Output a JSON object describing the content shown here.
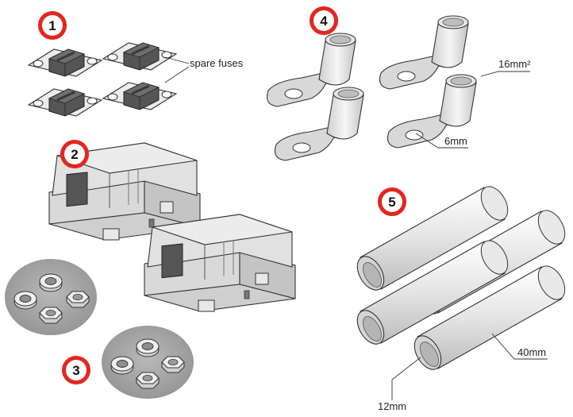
{
  "badges": [
    "1",
    "2",
    "3",
    "4",
    "5"
  ],
  "labels": {
    "spare_fuses": "spare fuses",
    "cable_size": "16mm²",
    "hole_size": "6mm",
    "sleeve_length": "40mm",
    "sleeve_diameter": "12mm"
  },
  "colors": {
    "badge_fill": "#e4261f",
    "fuse_body": "#4a4a4a",
    "fuse_strip": "#e6e6e6",
    "holder_body": "#d6d6d6",
    "metal": "#e9e9e9",
    "disc": "#a9a9a9"
  }
}
